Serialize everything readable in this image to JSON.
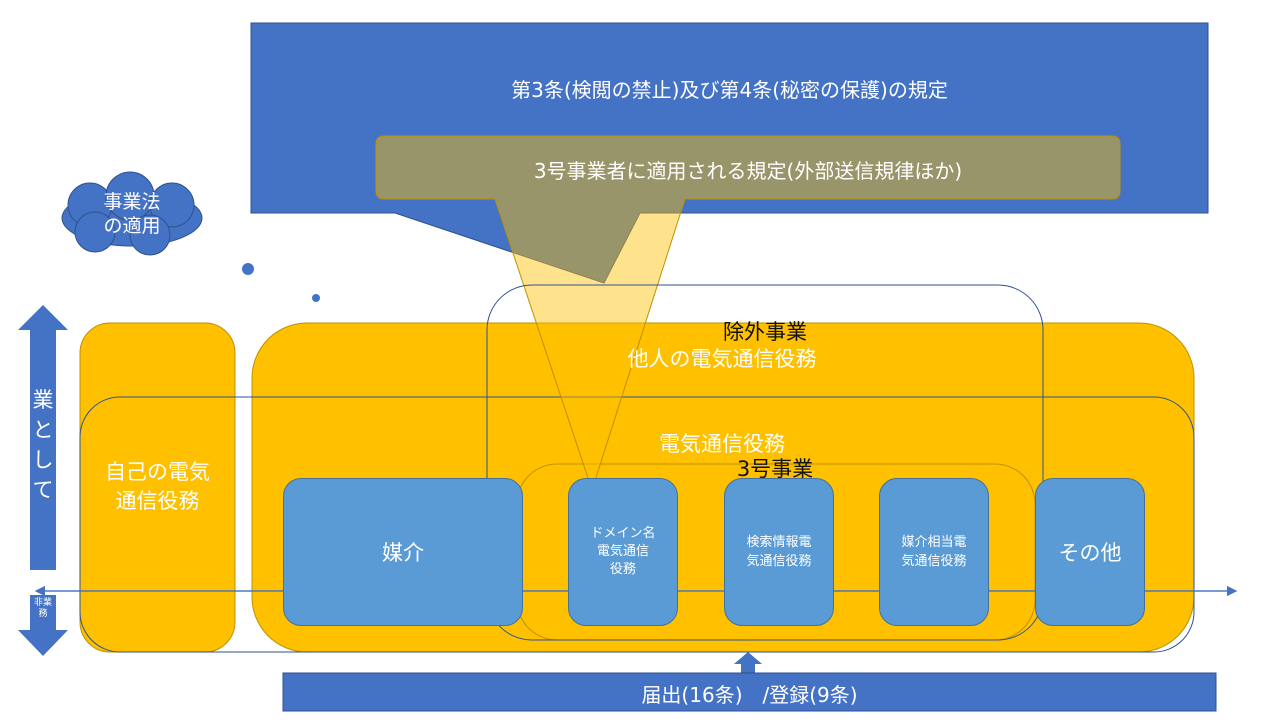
{
  "colors": {
    "blue": "#4472C4",
    "light_blue": "#5B9BD5",
    "yellow": "#FFC000",
    "white": "#FFFFFF"
  },
  "top_callout": {
    "title": "第3条(検閲の禁止)及び第4条(秘密の保護)の規定"
  },
  "inner_callout": {
    "title": "3号事業者に適用される規定(外部送信規律ほか)"
  },
  "cloud": {
    "line1": "事業法",
    "line2": "の適用"
  },
  "vertical_axis": {
    "up_label": "業として",
    "down_label": "非業務"
  },
  "own_service": {
    "line1": "自己の電気",
    "line2": "通信役務"
  },
  "others_service": {
    "label": "他人の電気通信役務"
  },
  "telecom_service": {
    "label": "電気通信役務"
  },
  "excluded_business": {
    "label": "除外事業"
  },
  "no3_business": {
    "label": "3号事業"
  },
  "boxes": [
    {
      "lines": [
        "媒介"
      ]
    },
    {
      "lines": [
        "ドメイン名",
        "電気通信",
        "役務"
      ]
    },
    {
      "lines": [
        "検索情報電",
        "気通信役務"
      ]
    },
    {
      "lines": [
        "媒介相当電",
        "気通信役務"
      ]
    },
    {
      "lines": [
        "その他"
      ]
    }
  ],
  "bottom_bar": {
    "label": "届出(16条)　/登録(9条)"
  }
}
